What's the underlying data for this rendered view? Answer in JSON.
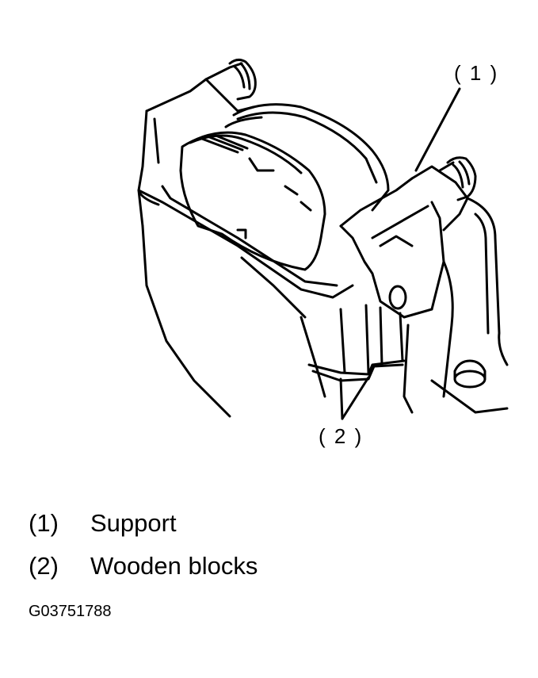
{
  "callouts": {
    "one": "( 1 )",
    "two": "( 2 )"
  },
  "legend": [
    {
      "number": "(1)",
      "label": "Support"
    },
    {
      "number": "(2)",
      "label": "Wooden blocks"
    }
  ],
  "figure_id": "G03751788"
}
